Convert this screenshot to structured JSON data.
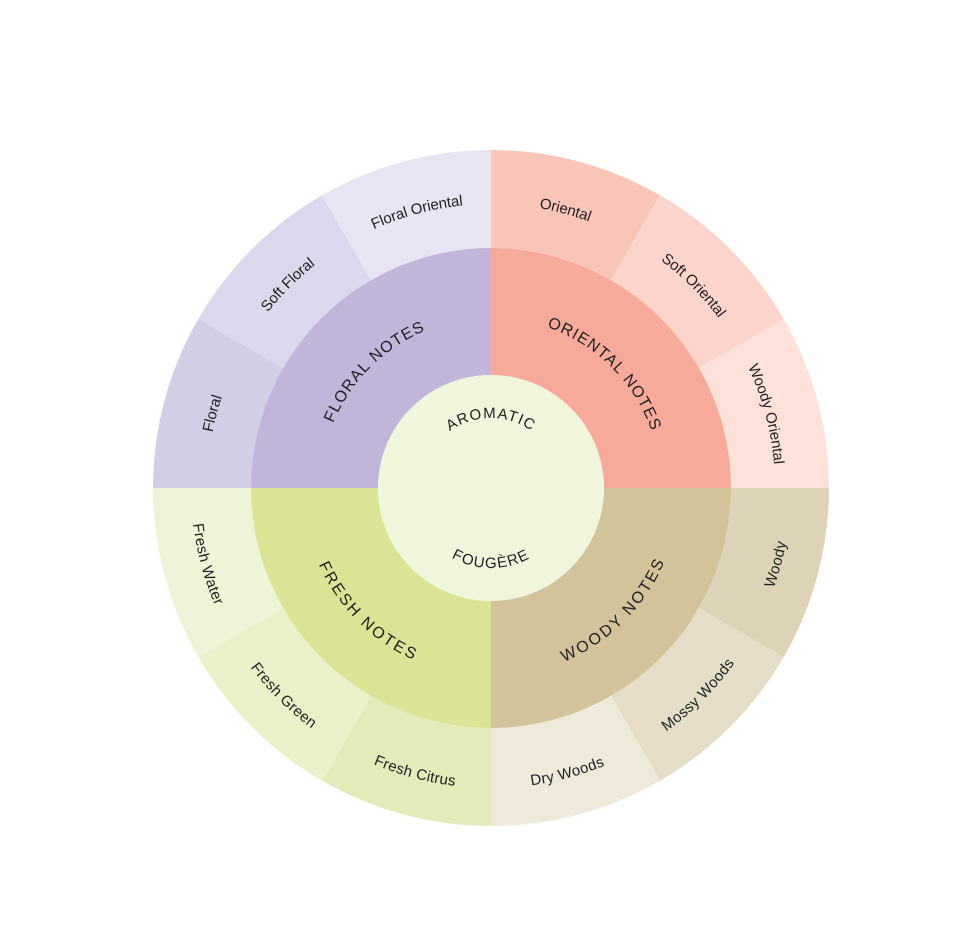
{
  "wheel": {
    "center": {
      "color": "#f1f5dc",
      "top_label": "AROMATIC",
      "bottom_label": "FOUGÈRE"
    },
    "families": [
      {
        "key": "oriental",
        "label": "ORIENTAL NOTES",
        "color": "#f7a99a"
      },
      {
        "key": "woody",
        "label": "WOODY NOTES",
        "color": "#d2c39b"
      },
      {
        "key": "fresh",
        "label": "FRESH NOTES",
        "color": "#dbe394"
      },
      {
        "key": "floral",
        "label": "FLORAL NOTES",
        "color": "#c1b5da"
      }
    ],
    "segments": [
      {
        "label": "Oriental",
        "family": "oriental",
        "color": "#fac5b9"
      },
      {
        "label": "Soft Oriental",
        "family": "oriental",
        "color": "#fcd4cb"
      },
      {
        "label": "Woody Oriental",
        "family": "oriental",
        "color": "#fee2da"
      },
      {
        "label": "Woody",
        "family": "woody",
        "color": "#ddd3b7"
      },
      {
        "label": "Mossy Woods",
        "family": "woody",
        "color": "#e5ddc7"
      },
      {
        "label": "Dry Woods",
        "family": "woody",
        "color": "#efe9da"
      },
      {
        "label": "Fresh Citrus",
        "family": "fresh",
        "color": "#e5ebb8"
      },
      {
        "label": "Fresh Green",
        "family": "fresh",
        "color": "#ebf0c9"
      },
      {
        "label": "Fresh Water",
        "family": "fresh",
        "color": "#eff3d7"
      },
      {
        "label": "Floral",
        "family": "floral",
        "color": "#d4cde6"
      },
      {
        "label": "Soft Floral",
        "family": "floral",
        "color": "#ddd7ed"
      },
      {
        "label": "Floral Oriental",
        "family": "floral",
        "color": "#e8e4f4"
      }
    ]
  }
}
